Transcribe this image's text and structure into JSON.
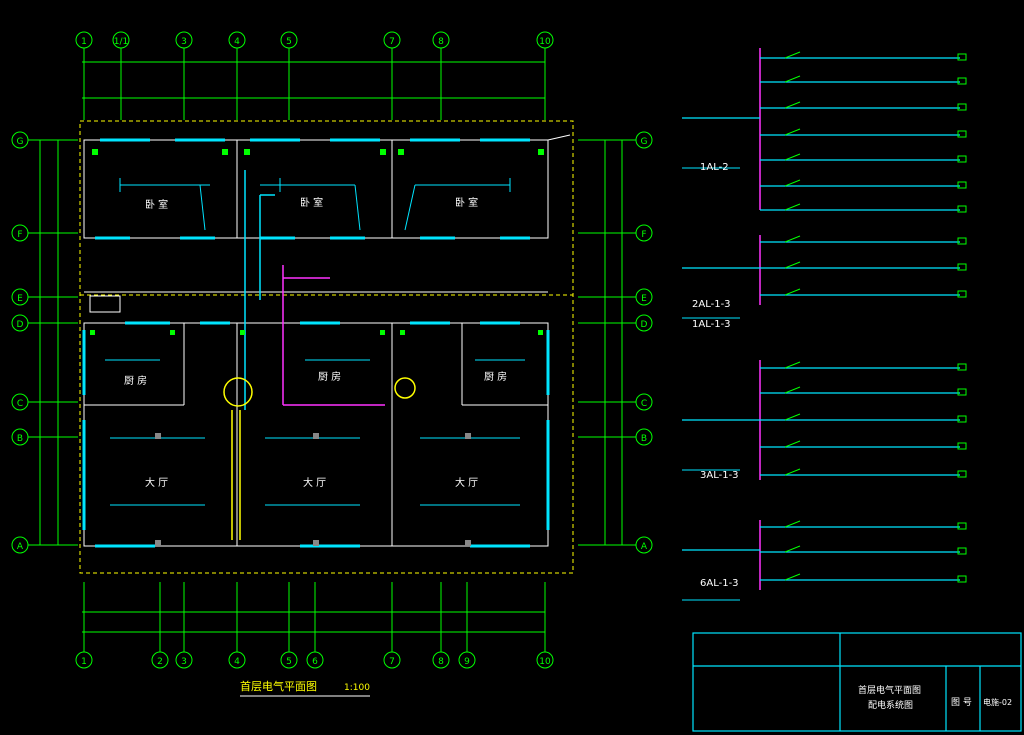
{
  "drawing": {
    "title": "首层电气平面图",
    "scale": "1:100",
    "colors": {
      "background": "#000000",
      "axis": "#00ff00",
      "wall": "#ffffff",
      "wiring": "#00e5ff",
      "dashed_outline": "#ffff00",
      "riser": "#ff33ff"
    }
  },
  "axes": {
    "top": [
      "1",
      "1/1",
      "3",
      "4",
      "5",
      "7",
      "8",
      "10"
    ],
    "bottom": [
      "1",
      "2",
      "3",
      "4",
      "5",
      "6",
      "7",
      "8",
      "9",
      "10"
    ],
    "left": [
      "G",
      "F",
      "E",
      "D",
      "C",
      "B",
      "A"
    ],
    "right": [
      "G",
      "F",
      "E",
      "D",
      "C",
      "B",
      "A"
    ]
  },
  "rooms": {
    "top_left": "卧 室",
    "top_mid": "卧 室",
    "top_right": "卧 室",
    "kitchen_left": "厨 房",
    "kitchen_mid": "厨 房",
    "kitchen_right": "厨 房",
    "living_left": "大 厅",
    "living_mid": "大 厅",
    "living_right": "大 厅"
  },
  "panels": {
    "panel1": "1AL-2",
    "panel2a": "2AL-1-3",
    "panel2b": "1AL-1-3",
    "panel3": "3AL-1-3",
    "panel4": "6AL-1-3"
  },
  "title_block": {
    "name_line1": "首层电气平面图",
    "name_line2": "配电系统图",
    "drawing_no_label": "图 号",
    "drawing_no": "电施-02"
  }
}
